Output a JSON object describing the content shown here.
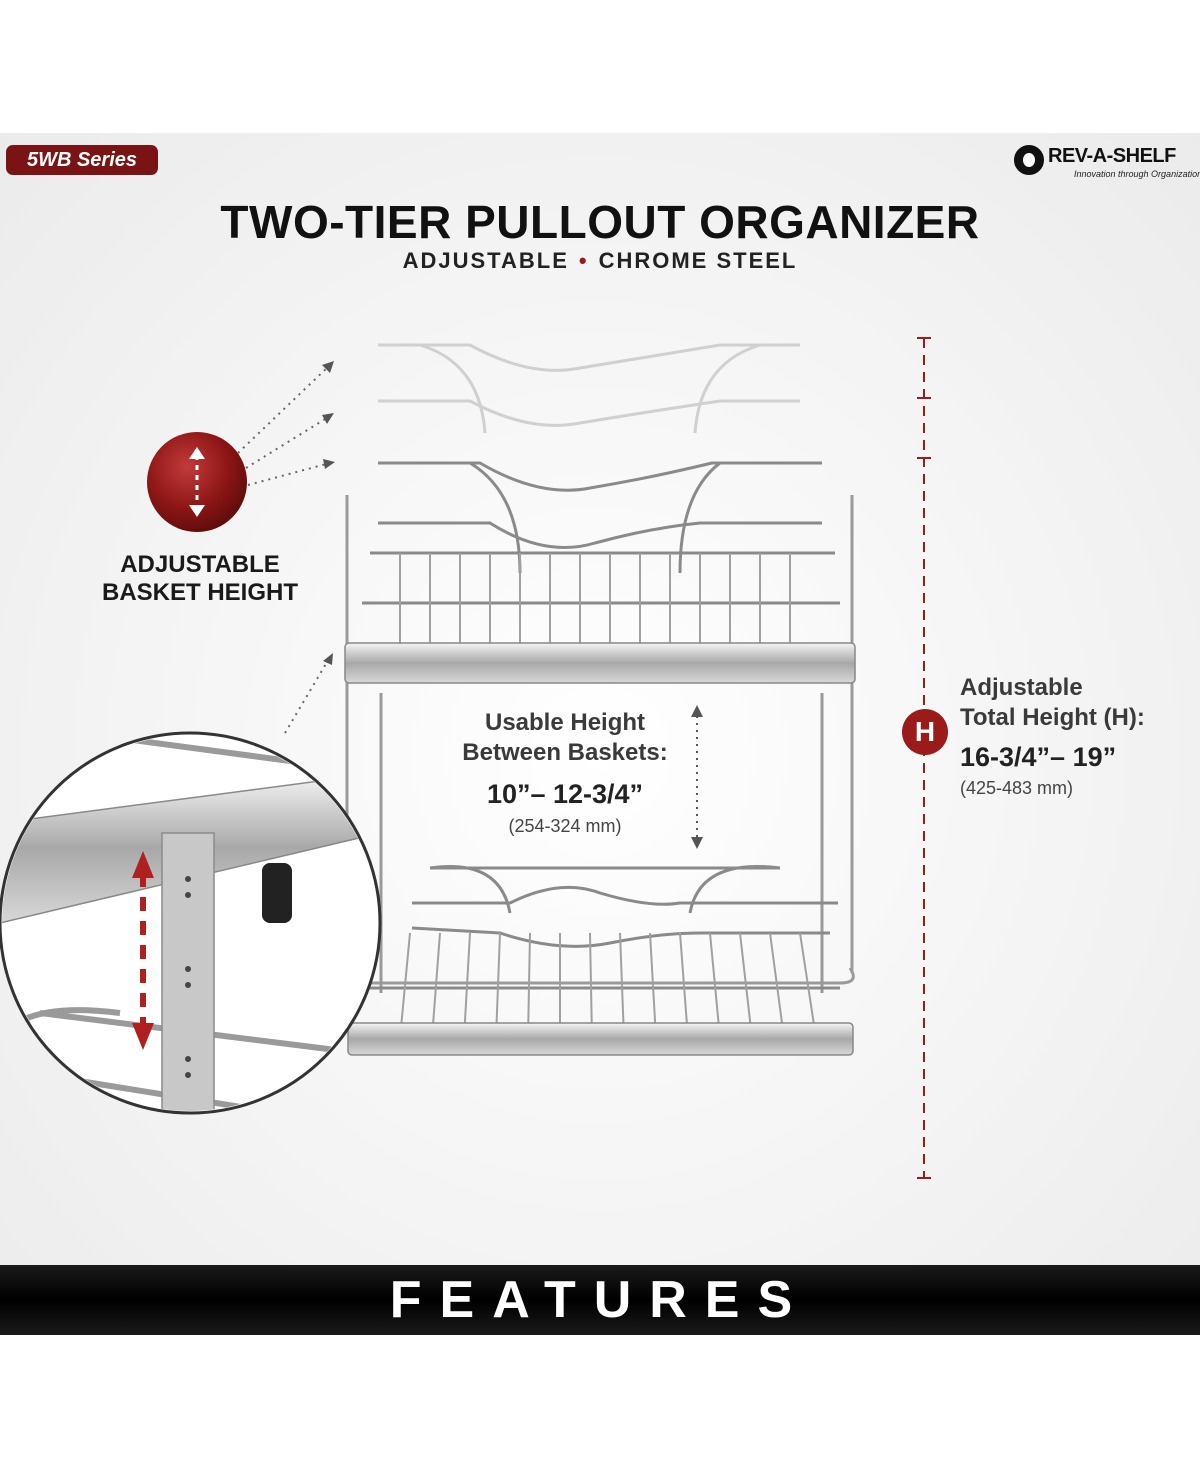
{
  "badge": {
    "series": "5WB Series"
  },
  "logo": {
    "name": "REV-A-SHELF",
    "tagline": "Innovation through Organization"
  },
  "header": {
    "title": "TWO-TIER PULLOUT ORGANIZER",
    "sub_left": "ADJUSTABLE",
    "sub_sep": "•",
    "sub_right": "CHROME STEEL"
  },
  "callouts": {
    "basket_line1": "ADJUSTABLE",
    "basket_line2": "BASKET HEIGHT",
    "usable_line1": "Usable Height",
    "usable_line2": "Between Baskets:",
    "usable_value": "10”– 12-3/4”",
    "usable_metric": "(254-324 mm)",
    "total_line1": "Adjustable",
    "total_line2": "Total Height (H):",
    "total_value": "16-3/4”– 19”",
    "total_metric": "(425-483 mm)",
    "h_badge": "H"
  },
  "footer": {
    "label": "FEATURES"
  },
  "colors": {
    "accent": "#9b1b1b",
    "dark": "#111111",
    "chrome": "#8f8f8f"
  }
}
